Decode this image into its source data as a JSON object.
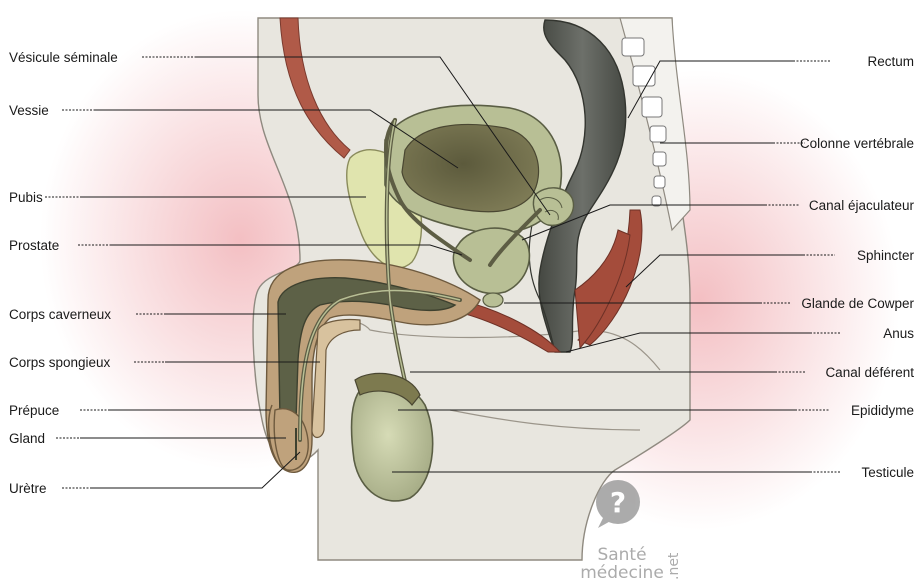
{
  "labels": {
    "vesicule": "Vésicule séminale",
    "vessie": "Vessie",
    "pubis": "Pubis",
    "prostate": "Prostate",
    "corps_caverneux": "Corps caverneux",
    "corps_spongieux": "Corps spongieux",
    "prepuce": "Prépuce",
    "gland": "Gland",
    "uretre": "Urètre",
    "rectum": "Rectum",
    "colonne": "Colonne vertébrale",
    "canal_ejac": "Canal éjaculateur",
    "sphincter": "Sphincter",
    "cowper": "Glande de Cowper",
    "anus": "Anus",
    "canal_def": "Canal déférent",
    "epididyme": "Epididyme",
    "testicule": "Testicule"
  },
  "watermark": {
    "line1": "Santé",
    "line2": "médecine",
    "suffix": ".net"
  },
  "colors": {
    "skin": "#e7e5de",
    "pink_glow": "#f4c4c8",
    "organ_green": "#b8bf95",
    "dark_green": "#5d6147",
    "pubis": "#e2e6b0",
    "penis_tan": "#bb9e79",
    "muscle": "#a44c3b",
    "rectum": "#5b5e58"
  }
}
